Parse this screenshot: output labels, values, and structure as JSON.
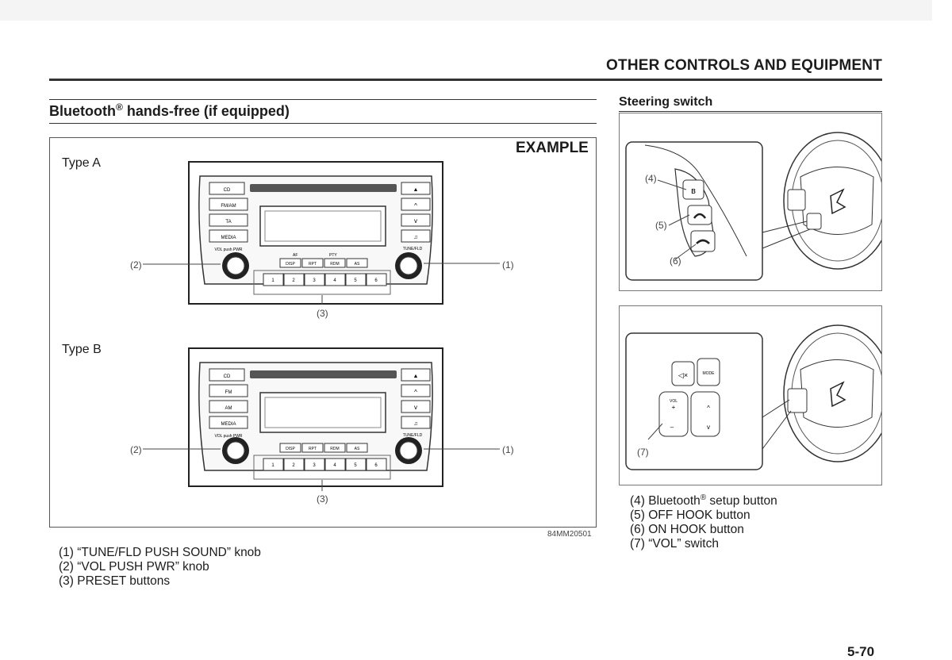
{
  "header": {
    "section_title": "OTHER CONTROLS AND EQUIPMENT"
  },
  "left": {
    "heading_main": "Bluetooth",
    "heading_reg": "®",
    "heading_rest": " hands-free (if equipped)",
    "example_label": "EXAMPLE",
    "type_a_label": "Type A",
    "type_b_label": "Type B",
    "callouts": {
      "c1": "(1)",
      "c2": "(2)",
      "c3": "(3)"
    },
    "figure_code": "84MM20501",
    "radio_a": {
      "left_buttons": [
        "CD",
        "FM/AM",
        "TA",
        "MEDIA",
        "VOL push PWR"
      ],
      "right_buttons": [
        "▲",
        "^",
        "v",
        "♫",
        "TUNE/FLD"
      ],
      "top_labels": [
        "AF",
        "PTY"
      ],
      "function_buttons": [
        "DISP",
        "RPT",
        "RDM",
        "AS"
      ],
      "presets": [
        "1",
        "2",
        "3",
        "4",
        "5",
        "6"
      ]
    },
    "radio_b": {
      "left_buttons": [
        "CD",
        "FM",
        "AM",
        "MEDIA",
        "VOL push PWR"
      ],
      "right_buttons": [
        "▲",
        "^",
        "v",
        "♫",
        "TUNE/FLD"
      ],
      "function_buttons": [
        "DISP",
        "RPT",
        "RDM",
        "AS"
      ],
      "presets": [
        "1",
        "2",
        "3",
        "4",
        "5",
        "6"
      ]
    },
    "legend": [
      "(1) “TUNE/FLD PUSH SOUND” knob",
      "(2) “VOL PUSH PWR” knob",
      "(3) PRESET buttons"
    ]
  },
  "right": {
    "heading": "Steering switch",
    "fig1_callouts": {
      "c4": "(4)",
      "c5": "(5)",
      "c6": "(6)"
    },
    "fig2_callouts": {
      "c7": "(7)"
    },
    "fig2_labels": {
      "mode": "MODE",
      "vol": "VOL"
    },
    "legend": [
      {
        "prefix": "(4) Bluetooth",
        "reg": "®",
        "suffix": " setup button"
      },
      {
        "prefix": "(5) OFF HOOK button"
      },
      {
        "prefix": "(6) ON HOOK button"
      },
      {
        "prefix": "(7) “VOL” switch"
      }
    ]
  },
  "footer": {
    "page_number": "5-70"
  }
}
